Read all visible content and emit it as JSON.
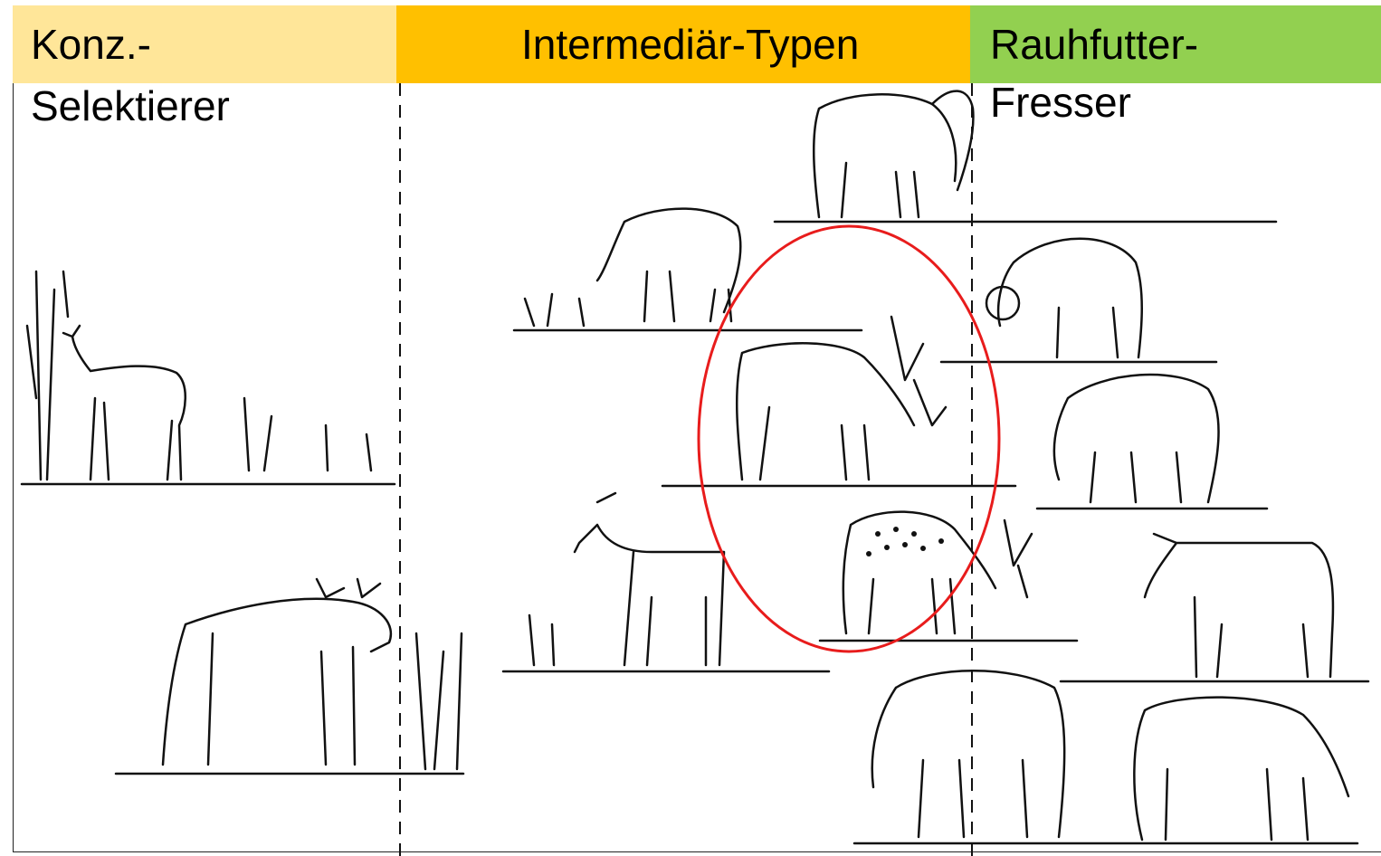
{
  "groups": {
    "left": {
      "line1": "Konz.-",
      "line2": "Selektierer",
      "color": "#ffe699"
    },
    "middle": {
      "line1": "Intermediär-Typen",
      "color": "#ffc000"
    },
    "right": {
      "line1": "Rauhfutter-",
      "line2": "Fresser",
      "color": "#92d050"
    }
  },
  "highlight_color": "#e81c1c"
}
